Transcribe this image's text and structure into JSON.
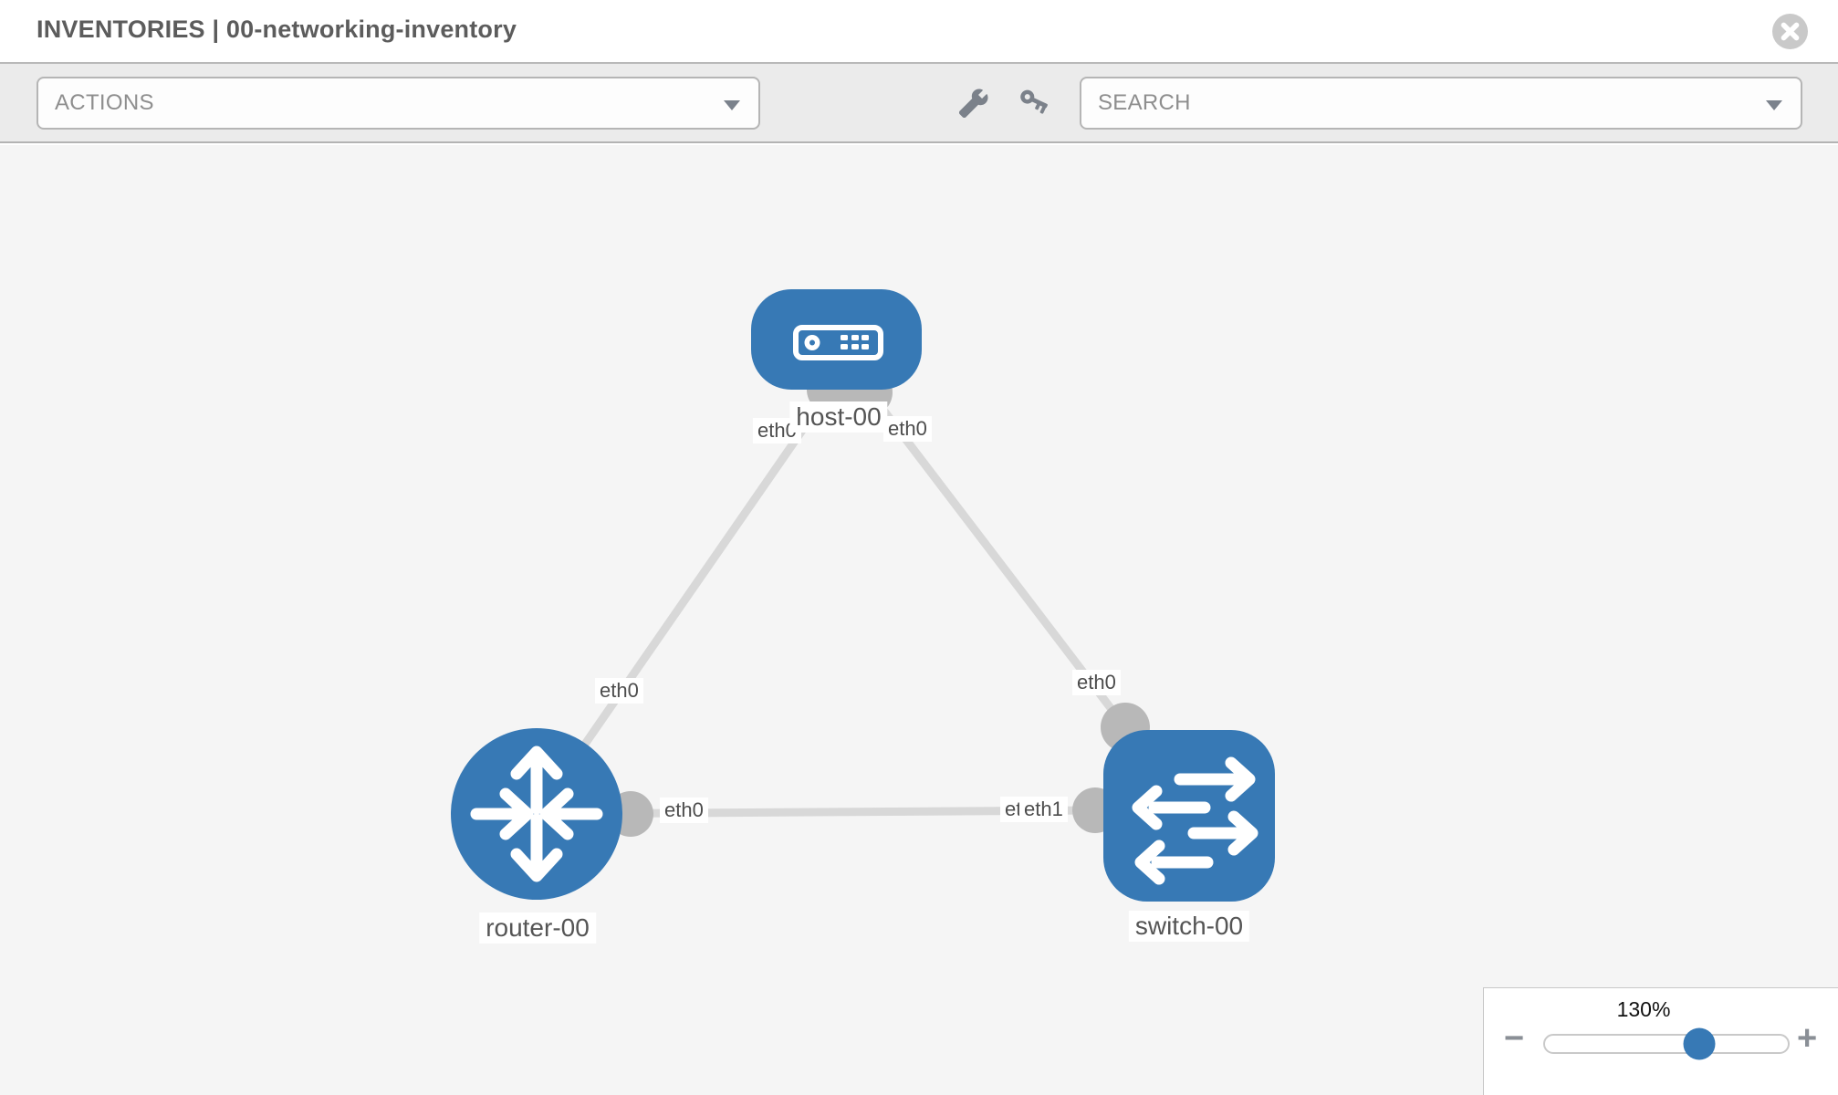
{
  "header": {
    "title": "INVENTORIES | 00-networking-inventory"
  },
  "toolbar": {
    "actions_dropdown": {
      "label": "ACTIONS"
    },
    "search_dropdown": {
      "placeholder": "SEARCH"
    },
    "icons": [
      "wrench",
      "key"
    ]
  },
  "topology": {
    "nodes": [
      {
        "label": "host-00",
        "type": "host"
      },
      {
        "label": "router-00",
        "type": "router"
      },
      {
        "label": "switch-00",
        "type": "switch"
      }
    ],
    "links": [
      {
        "from": "host-00",
        "from_interface": "eth0",
        "to": "router-00",
        "to_interface": "eth0"
      },
      {
        "from": "host-00",
        "from_interface": "eth0",
        "to": "switch-00",
        "to_interface": "eth0"
      },
      {
        "from": "router-00",
        "from_interface": "eth0",
        "to": "switch-00",
        "to_interface": "eth1",
        "to_interface_underlay": "eth0"
      }
    ]
  },
  "zoom_control": {
    "level": "130%",
    "minus_label": "−",
    "plus_label": "+"
  },
  "colors": {
    "node_blue": "#3779b5",
    "link_gray": "#d8d8d8",
    "interface_gray": "#b8b8b8",
    "canvas_bg": "#f5f5f5",
    "toolbar_bg": "#ebebeb",
    "close_circle": "#c9c9c9"
  }
}
